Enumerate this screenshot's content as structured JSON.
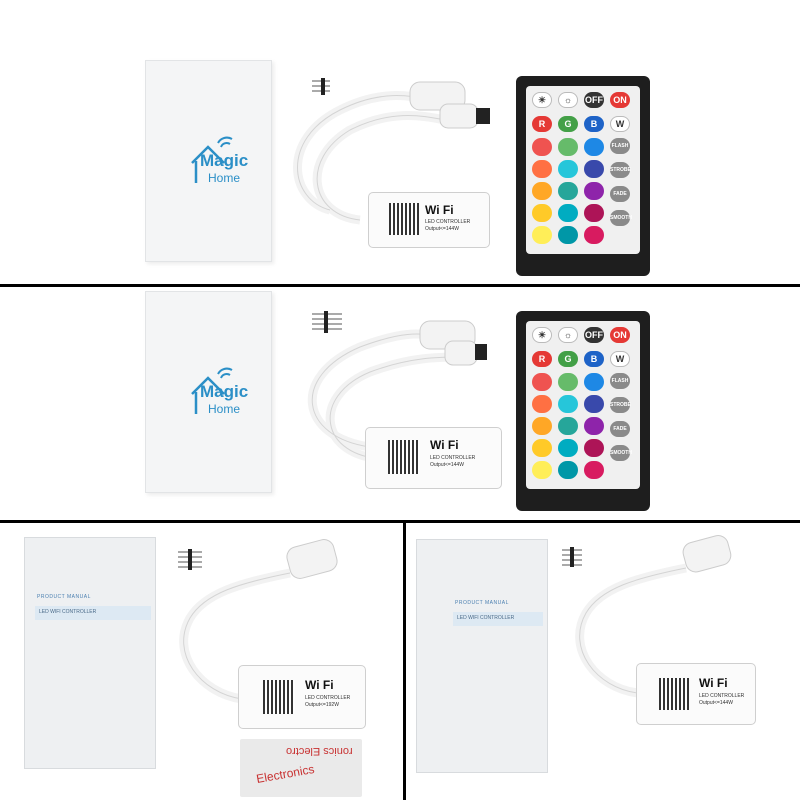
{
  "image": {
    "subject": "WiFi LED controller kit product photos",
    "layout": "four product shots separated by black lines"
  },
  "panel1": {
    "booklet_logo_line1": "Magic",
    "booklet_logo_line2": "Home",
    "remote_buttons_top": [
      "OFF",
      "ON"
    ],
    "remote_buttons_rgb": [
      "R",
      "G",
      "B",
      "W"
    ],
    "remote_buttons_side": [
      "FLASH",
      "STROBE",
      "FADE",
      "SMOOTH"
    ],
    "controller_brand": "Wi Fi",
    "controller_sub": "LED CONTROLLER",
    "controller_output": "Output<=144W"
  },
  "panel2": {
    "booklet_logo_line1": "Magic",
    "booklet_logo_line2": "Home",
    "remote_buttons_top": [
      "OFF",
      "ON"
    ],
    "remote_buttons_rgb": [
      "R",
      "G",
      "B",
      "W"
    ],
    "controller_brand": "Wi Fi",
    "controller_sub": "LED CONTROLLER",
    "controller_output": "Output<=144W"
  },
  "panel3": {
    "manual_title": "PRODUCT MANUAL",
    "manual_band": "LED WIFI CONTROLLER",
    "controller_brand": "Wi Fi",
    "controller_sub": "LED CONTROLLER",
    "controller_output": "Output<=192W",
    "sticker_text": "Electronics",
    "sticker_text_mirrored": "ronics Electro"
  },
  "panel4": {
    "manual_title": "PRODUCT MANUAL",
    "manual_band": "LED WIFI CONTROLLER",
    "controller_brand": "Wi Fi",
    "controller_sub": "LED CONTROLLER",
    "controller_output": "Output<=144W"
  },
  "colors": {
    "frame": "#000000",
    "brand_blue": "#2b8fc7",
    "remote_body": "#1e1e1e",
    "on_button": "#e53935",
    "off_button": "#333333",
    "r_button": "#e53935",
    "g_button": "#43a047",
    "b_button": "#1e63c7"
  },
  "remote_color_grid": [
    [
      "#ef5350",
      "#66bb6a",
      "#1e88e5"
    ],
    [
      "#ff7043",
      "#26c6da",
      "#3949ab"
    ],
    [
      "#ffa726",
      "#26a69a",
      "#8e24aa"
    ],
    [
      "#ffca28",
      "#00acc1",
      "#ad1457"
    ],
    [
      "#ffee58",
      "#0097a7",
      "#d81b60"
    ]
  ]
}
